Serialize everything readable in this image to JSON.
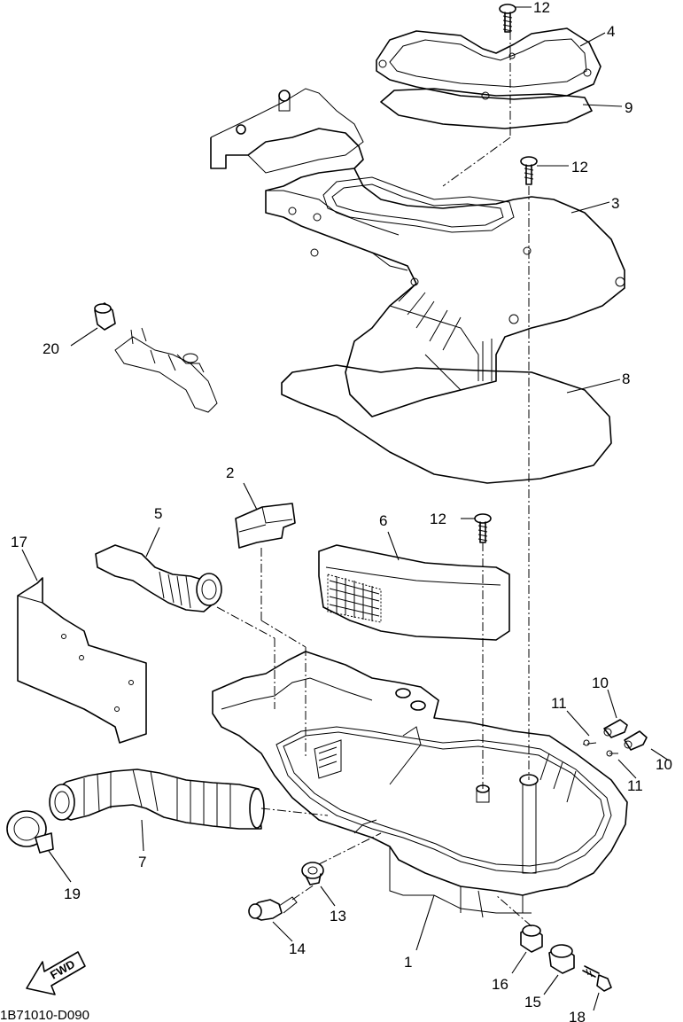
{
  "diagram": {
    "callouts": [
      {
        "id": "c12a",
        "label": "12"
      },
      {
        "id": "c4",
        "label": "4"
      },
      {
        "id": "c9",
        "label": "9"
      },
      {
        "id": "c12b",
        "label": "12"
      },
      {
        "id": "c3",
        "label": "3"
      },
      {
        "id": "c20",
        "label": "20"
      },
      {
        "id": "c8",
        "label": "8"
      },
      {
        "id": "c2",
        "label": "2"
      },
      {
        "id": "c5",
        "label": "5"
      },
      {
        "id": "c12c",
        "label": "12"
      },
      {
        "id": "c6",
        "label": "6"
      },
      {
        "id": "c17",
        "label": "17"
      },
      {
        "id": "c10a",
        "label": "10"
      },
      {
        "id": "c11a",
        "label": "11"
      },
      {
        "id": "c10b",
        "label": "10"
      },
      {
        "id": "c11b",
        "label": "11"
      },
      {
        "id": "c7",
        "label": "7"
      },
      {
        "id": "c19",
        "label": "19"
      },
      {
        "id": "c13",
        "label": "13"
      },
      {
        "id": "c14",
        "label": "14"
      },
      {
        "id": "c1",
        "label": "1"
      },
      {
        "id": "c16",
        "label": "16"
      },
      {
        "id": "c15",
        "label": "15"
      },
      {
        "id": "c18",
        "label": "18"
      }
    ],
    "direction_label": "FWD",
    "reference_code": "1B71010-D090"
  }
}
